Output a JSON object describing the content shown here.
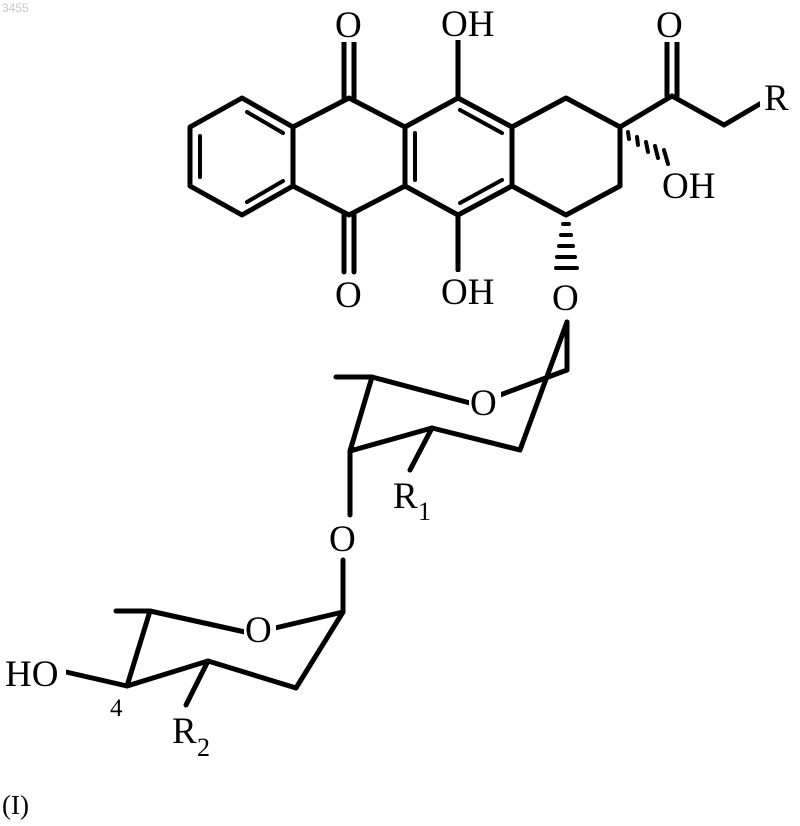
{
  "watermark": "3455",
  "compound_label": "(I)",
  "labels": {
    "ketone_o_top": "O",
    "quinone_o_top": "O",
    "quinone_o_bottom": "O",
    "oh_top": "OH",
    "oh_bottom": "OH",
    "oh_c9": "OH",
    "r_group": "R",
    "glycosidic_o_1": "O",
    "ring_o_sugar1": "O",
    "glycosidic_o_2": "O",
    "ring_o_sugar2": "O",
    "r1": "R",
    "r1_sub": "1",
    "r2": "R",
    "r2_sub": "2",
    "ho": "HO",
    "position_4": "4"
  }
}
